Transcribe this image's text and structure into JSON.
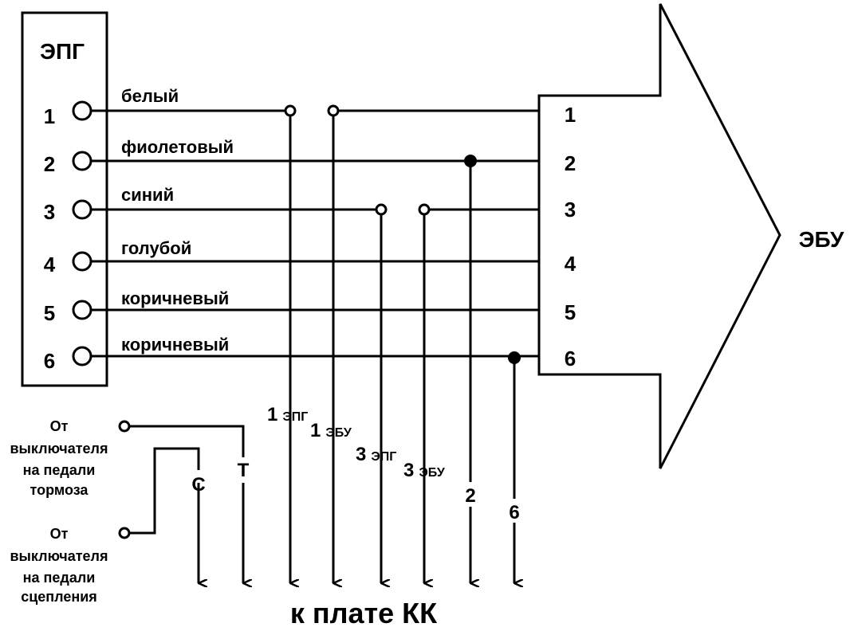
{
  "epg": {
    "title": "ЭПГ",
    "pins": [
      {
        "num": "1",
        "color": "белый"
      },
      {
        "num": "2",
        "color": "фиолетовый"
      },
      {
        "num": "3",
        "color": "синий"
      },
      {
        "num": "4",
        "color": "голубой"
      },
      {
        "num": "5",
        "color": "коричневый"
      },
      {
        "num": "6",
        "color": "коричневый"
      }
    ]
  },
  "ebu": {
    "title": "ЭБУ",
    "pins": [
      "1",
      "2",
      "3",
      "4",
      "5",
      "6"
    ]
  },
  "taps": {
    "p1_epg": {
      "main": "1",
      "sub": "ЭПГ"
    },
    "p1_ebu": {
      "main": "1",
      "sub": "ЭБУ"
    },
    "p3_epg": {
      "main": "3",
      "sub": "ЭПГ"
    },
    "p3_ebu": {
      "main": "3",
      "sub": "ЭБУ"
    },
    "p2": "2",
    "p6": "6",
    "c": "С",
    "t": "Т"
  },
  "switches": {
    "brake": [
      "От",
      "выключателя",
      "на педали",
      "тормоза"
    ],
    "clutch": [
      "От",
      "выключателя",
      "на педали",
      "сцепления"
    ]
  },
  "footer": "к плате КК"
}
